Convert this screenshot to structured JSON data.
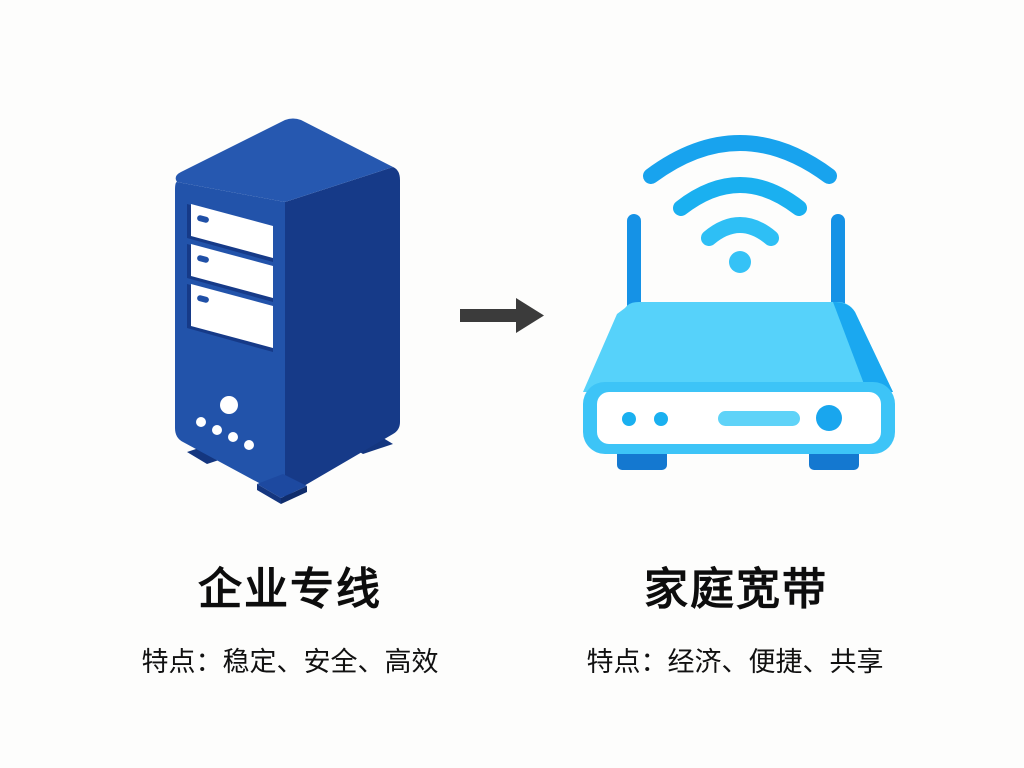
{
  "left": {
    "icon": "server-tower-icon",
    "title": "企业专线",
    "features_label": "特点：",
    "features": "稳定、安全、高效",
    "colors": {
      "front": "#1f4fa6",
      "side": "#14367f",
      "top": "#2456ad",
      "drive": "#ffffff"
    }
  },
  "arrow": {
    "icon": "arrow-right-icon",
    "color": "#3b3b3b"
  },
  "right": {
    "icon": "wifi-router-icon",
    "title": "家庭宽带",
    "features_label": "特点：",
    "features": "经济、便捷、共享",
    "colors": {
      "body": "#4fcdf7",
      "accent": "#18a3ee",
      "feet": "#1478d0",
      "panel": "#ffffff"
    }
  }
}
